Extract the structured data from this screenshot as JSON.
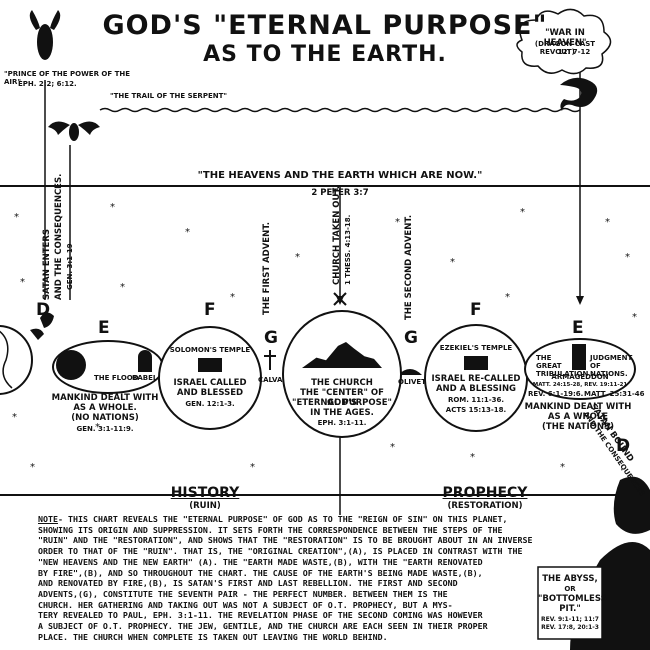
{
  "title": {
    "line1": "GOD'S \"ETERNAL PURPOSE\"",
    "line2": "AS TO THE EARTH."
  },
  "labels": {
    "prince": "\"PRINCE OF THE POWER OF THE AIR\"",
    "prince_ref": "EPH. 2:2; 6:12.",
    "trail": "\"THE TRAIL OF THE SERPENT\"",
    "war": "\"WAR IN HEAVEN\"",
    "war_sub": "(DRAGON CAST OUT)",
    "war_ref": "REV 12: 7-12",
    "heavens": "\"THE HEAVENS AND THE EARTH WHICH ARE NOW.\"",
    "heavens_ref": "2 PETER 3:7",
    "satan_enters": "SATAN ENTERS",
    "and_consequences": "AND THE CONSEQUENCES.",
    "satan_ref": "GEN. 3:1-19",
    "first_advent": "THE FIRST ADVENT.",
    "church_taken": "CHURCH TAKEN OUT.",
    "church_taken_ref": "1 THESS. 4:13-18.",
    "second_advent": "THE SECOND ADVENT.",
    "satan_bound": "SATAN BOUND",
    "satan_bound2": "AND THE CONSEQUENCES",
    "flood": "THE FLOOD",
    "babel": "BABEL",
    "calvary": "CALVARY",
    "olivet": "OLIVET",
    "great_trib": "THE GREAT TRIBULATION",
    "judgment": "JUDGMENT OF NATIONS.",
    "armageddon": "ARMAGEDDON",
    "arm_refs": "MATT. 24:15-28, REV. 19:11-21",
    "rev_ref": "REV. 6:1-19:6.",
    "matt_ref": "MATT. 25:31-46",
    "history": "HISTORY",
    "ruin": "(RUIN)",
    "prophecy": "PROPHECY",
    "restoration": "(RESTORATION)",
    "abyss1": "THE ABYSS,",
    "abyss2": "OR",
    "abyss3": "\"BOTTOMLESS",
    "abyss4": "PIT.\"",
    "abyss_ref1": "REV. 9:1-11; 11:7",
    "abyss_ref2": "REV. 17:8, 20:1-3"
  },
  "letters": {
    "d_left": "D",
    "e_left": "E",
    "f_left": "F",
    "g_left": "G",
    "x": "X",
    "g_right": "G",
    "f_right": "F",
    "e_right": "E",
    "d_right": "D"
  },
  "circles": {
    "e_left": {
      "l1": "MANKIND DEALT WITH",
      "l2": "AS A WHOLE.",
      "l3": "(NO NATIONS)",
      "l4": "GEN. 3:1-11:9."
    },
    "f_left": {
      "l1": "SOLOMON'S TEMPLE",
      "l2": "ISRAEL CALLED",
      "l3": "AND BLESSED",
      "l4": "GEN. 12:1-3."
    },
    "center": {
      "l1": "THE CHURCH",
      "l2": "THE \"CENTER\" OF GOD'S",
      "l3": "\"ETERNAL PURPOSE\"",
      "l4": "IN THE AGES.",
      "l5": "EPH. 3:1-11."
    },
    "f_right": {
      "l1": "EZEKIEL'S TEMPLE",
      "l2": "ISRAEL RE-CALLED",
      "l3": "AND A BLESSING",
      "l4": "ROM. 11:1-36.",
      "l5": "ACTS 15:13-18."
    },
    "e_right": {
      "l1": "MANKIND DEALT WITH",
      "l2": "AS A WHOLE",
      "l3": "(THE NATIONS)"
    }
  },
  "note": {
    "heading": "NOTE",
    "lines": [
      "- THIS CHART REVEALS THE \"ETERNAL PURPOSE\" OF GOD AS TO THE \"REIGN OF SIN\" ON THIS PLANET,",
      "SHOWING ITS ORIGIN AND SUPPRESSION. IT SETS FORTH THE CORRESPONDENCE BETWEEN THE STEPS OF THE",
      "\"RUIN\" AND THE \"RESTORATION\", AND SHOWS THAT THE \"RESTORATION\" IS TO BE BROUGHT ABOUT IN AN INVERSE",
      "ORDER TO THAT OF THE \"RUIN\". THAT IS, THE \"ORIGINAL CREATION\",(A), IS PLACED IN CONTRAST WITH THE",
      "\"NEW HEAVENS AND THE NEW EARTH\" (A). THE \"EARTH MADE WASTE,(B), WITH THE \"EARTH RENOVATED",
      "BY FIRE\",(B), AND SO THROUGHOUT THE CHART. THE CAUSE OF THE EARTH'S BEING MADE WASTE,(B),",
      "AND RENOVATED BY FIRE,(B), IS SATAN'S FIRST AND LAST REBELLION. THE FIRST AND SECOND",
      "ADVENTS,(G), CONSTITUTE THE SEVENTH PAIR - THE PERFECT NUMBER. BETWEEN THEM IS THE",
      "CHURCH. HER GATHERING AND TAKING OUT WAS NOT A SUBJECT OF O.T. PROPHECY, BUT A MYS-",
      "TERY REVEALED TO PAUL, EPH. 3:1-11. THE REVELATION PHASE OF THE SECOND COMING WAS HOWEVER",
      "A SUBJECT OF O.T. PROPHECY. THE JEW, GENTILE, AND THE CHURCH ARE EACH SEEN IN THEIR PROPER",
      "PLACE. THE CHURCH WHEN COMPLETE IS TAKEN OUT LEAVING THE WORLD BEHIND."
    ]
  }
}
